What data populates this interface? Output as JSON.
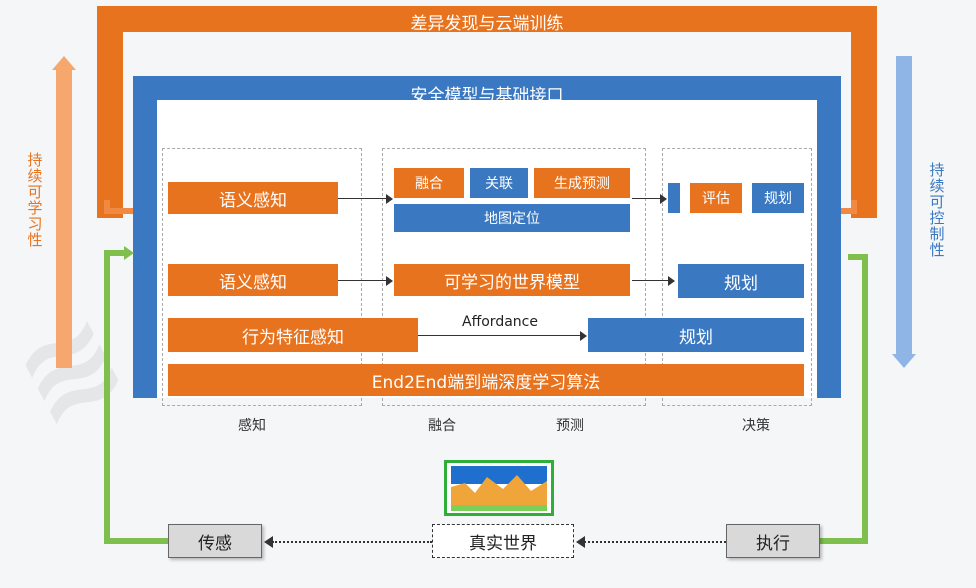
{
  "top_orange": "差异发现与云端训练",
  "top_blue": "安全模型与基础接口",
  "left_side": "持续可学习性",
  "right_side": "持续可控制性",
  "row1": {
    "perception": "语义感知",
    "fusion": "融合",
    "association": "关联",
    "prediction": "生成预测",
    "map": "地图定位",
    "eval": "评估",
    "plan": "规划"
  },
  "row2": {
    "perception": "语义感知",
    "world_model": "可学习的世界模型",
    "plan": "规划"
  },
  "row3": {
    "perception": "行为特征感知",
    "affordance": "Affordance",
    "plan": "规划"
  },
  "row4": "End2End端到端深度学习算法",
  "columns": {
    "perception": "感知",
    "fusion": "融合",
    "prediction": "预测",
    "decision": "决策"
  },
  "bottom": {
    "sensor": "传感",
    "real_world": "真实世界",
    "execute": "执行"
  },
  "colors": {
    "orange": "#e8731f",
    "blue": "#3a78c2",
    "green": "#7fbf4d",
    "light_orange": "#f6a76d",
    "light_blue": "#8fb4e6"
  }
}
